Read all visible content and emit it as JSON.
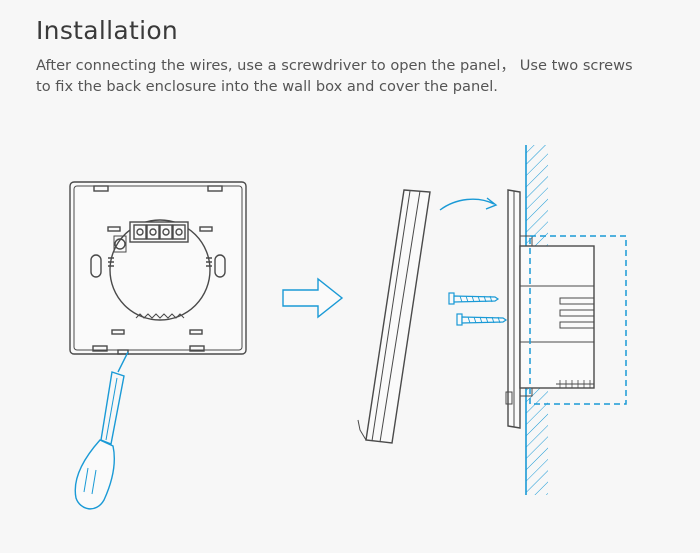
{
  "title": "Installation",
  "description": {
    "line1": "After connecting the wires, use a screwdriver to open the panel， Use two screws",
    "line2": "to fix the back enclosure into the wall box and cover the panel."
  },
  "colors": {
    "background": "#f7f7f7",
    "line": "#4a4a4a",
    "accent": "#1a9ad6",
    "text": "#3a3a3a"
  },
  "icons": [
    "screwdriver-icon",
    "arrow-right-icon",
    "curved-arrow-icon",
    "screw-icon"
  ]
}
